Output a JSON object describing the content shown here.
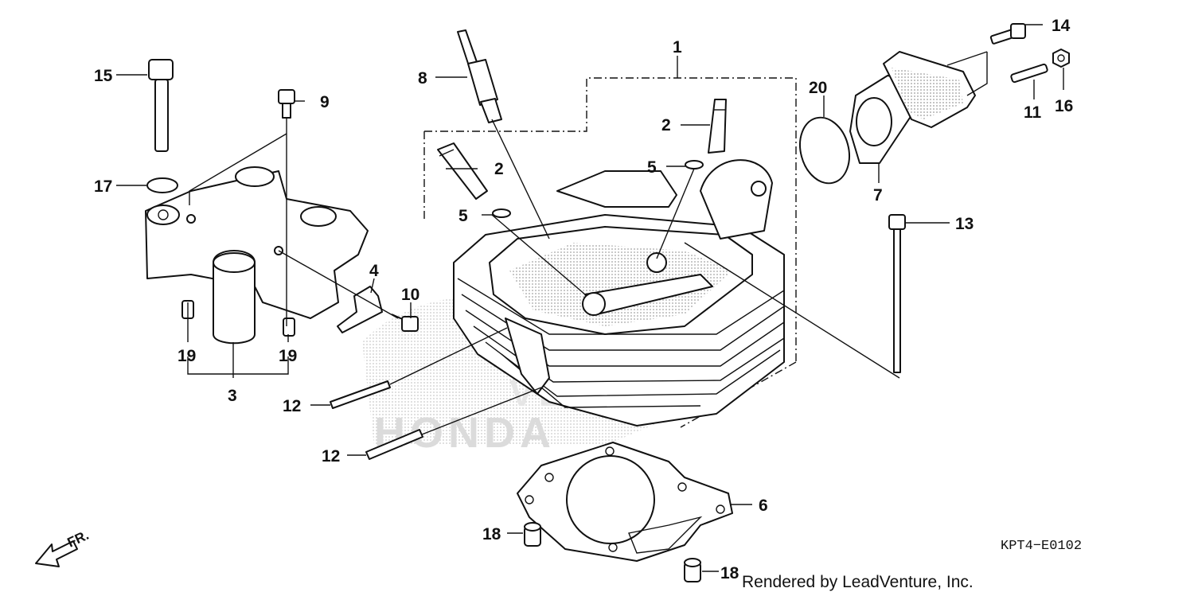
{
  "callouts": {
    "c1": "1",
    "c2a": "2",
    "c2b": "2",
    "c3": "3",
    "c4": "4",
    "c5a": "5",
    "c5b": "5",
    "c6": "6",
    "c7": "7",
    "c8": "8",
    "c9": "9",
    "c10": "10",
    "c11": "11",
    "c12a": "12",
    "c12b": "12",
    "c13": "13",
    "c14": "14",
    "c15": "15",
    "c16": "16",
    "c17": "17",
    "c18a": "18",
    "c18b": "18",
    "c19a": "19",
    "c19b": "19",
    "c20": "20"
  },
  "diagram_code": "KPT4−E0102",
  "credit": "Rendered by LeadVenture, Inc.",
  "front_marker": "FR.",
  "watermark": {
    "brand": "HONDA",
    "text": "VENTURE"
  }
}
